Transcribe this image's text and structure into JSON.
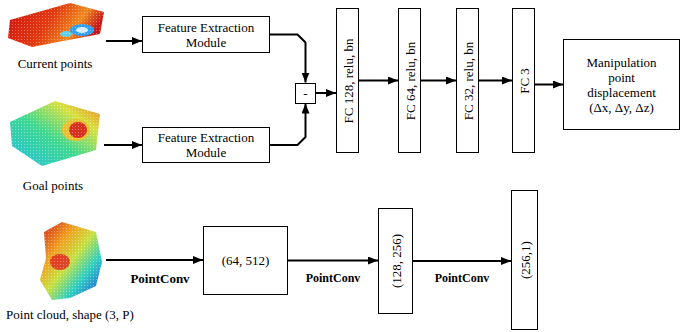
{
  "diagram": {
    "nodes": [
      {
        "text": [
          "Feature Extraction Module"
        ]
      },
      {
        "text": [
          "Feature Extraction Module"
        ]
      },
      {
        "text": [
          "-"
        ]
      },
      {
        "text": [
          "FC 128, relu, bn"
        ]
      },
      {
        "text": [
          "FC 64, relu, bn"
        ]
      },
      {
        "text": [
          "FC 32, relu, bn"
        ]
      },
      {
        "text": [
          "FC 3"
        ]
      },
      {
        "text": [
          "Manipulation point displacement (Δx, Δy, Δz)"
        ]
      },
      {
        "text": [
          "(64, 512)"
        ]
      },
      {
        "text": [
          "(128, 256)"
        ]
      },
      {
        "text": [
          "(256,1)"
        ]
      }
    ],
    "edges": [
      {
        "from": 0,
        "to": 2,
        "arrow": "to"
      },
      {
        "from": 1,
        "to": 2,
        "arrow": "to"
      },
      {
        "from": 2,
        "to": 3,
        "arrow": "to"
      },
      {
        "from": 3,
        "to": 4,
        "arrow": "to"
      },
      {
        "from": 4,
        "to": 5,
        "arrow": "to"
      },
      {
        "from": 5,
        "to": 6,
        "arrow": "to"
      },
      {
        "from": 6,
        "to": 7,
        "arrow": "to"
      },
      {
        "from": 8,
        "to": 9,
        "label": "PointConv",
        "arrow": "to"
      },
      {
        "from": 9,
        "to": 10,
        "label": "PointConv",
        "arrow": "to"
      }
    ],
    "labels": [
      "Current points",
      "Goal points",
      "Point cloud, shape (3, P)",
      "PointConv"
    ]
  }
}
